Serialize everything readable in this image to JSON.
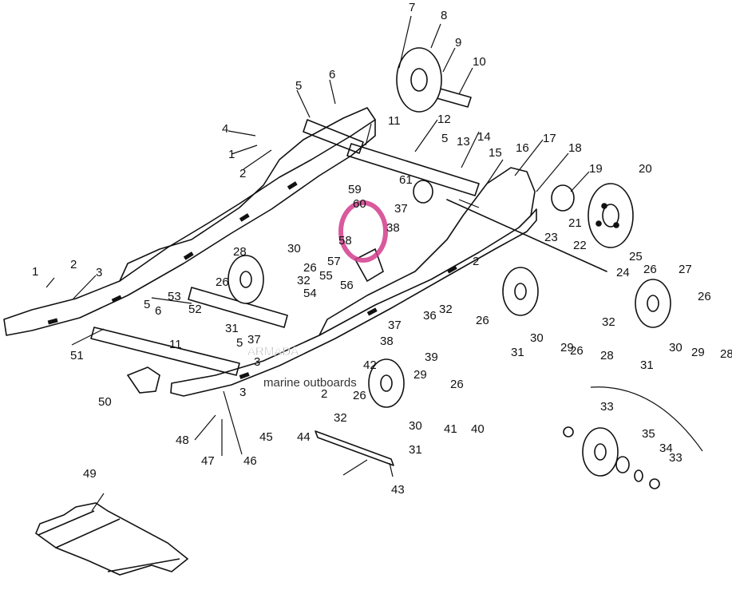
{
  "diagram": {
    "part_labels": [
      "1",
      "2",
      "3",
      "4",
      "5",
      "6",
      "7",
      "8",
      "9",
      "10",
      "11",
      "12",
      "13",
      "14",
      "15",
      "16",
      "17",
      "18",
      "19",
      "20",
      "21",
      "22",
      "23",
      "24",
      "25",
      "26",
      "27",
      "28",
      "29",
      "30",
      "31",
      "32",
      "33",
      "34",
      "35",
      "36",
      "37",
      "38",
      "39",
      "40",
      "41",
      "42",
      "43",
      "44",
      "45",
      "46",
      "47",
      "48",
      "49",
      "50",
      "51",
      "52",
      "53",
      "54",
      "55",
      "56",
      "57",
      "58",
      "59",
      "60",
      "61"
    ],
    "extra_labels": {
      "l2b": "2",
      "l5b": "5",
      "l1b": "1",
      "l2c": "2",
      "l3b": "3",
      "l5c": "5",
      "l6b": "6",
      "l11b": "11",
      "l5d": "5",
      "l26b": "26",
      "l26c": "26",
      "l26d": "26",
      "l26e": "26",
      "l26f": "26",
      "l26g": "26",
      "l26h": "26",
      "l28b": "28",
      "l28c": "28",
      "l29b": "29",
      "l29c": "29",
      "l30b": "30",
      "l30c": "30",
      "l30d": "30",
      "l31b": "31",
      "l31c": "31",
      "l31d": "31",
      "l32b": "32",
      "l32c": "32",
      "l32d": "32",
      "l37b": "37",
      "l37c": "37",
      "l38b": "38",
      "l2d": "2",
      "l3c": "3",
      "l33b": "33"
    }
  },
  "watermark": {
    "brand": "ARMADA",
    "tagline": "marine outboards",
    "color": "#d23c8c"
  }
}
